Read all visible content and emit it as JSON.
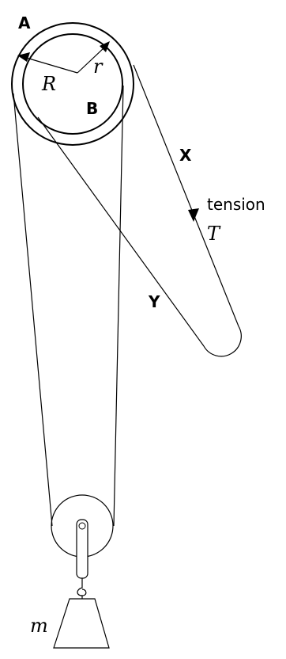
{
  "labels": {
    "pulley_outer": "A",
    "pulley_inner": "B",
    "radius_outer": "R",
    "radius_inner": "r",
    "segment_x": "X",
    "segment_y": "Y",
    "tension_word": "tension",
    "tension_symbol": "T",
    "mass_symbol": "m"
  }
}
